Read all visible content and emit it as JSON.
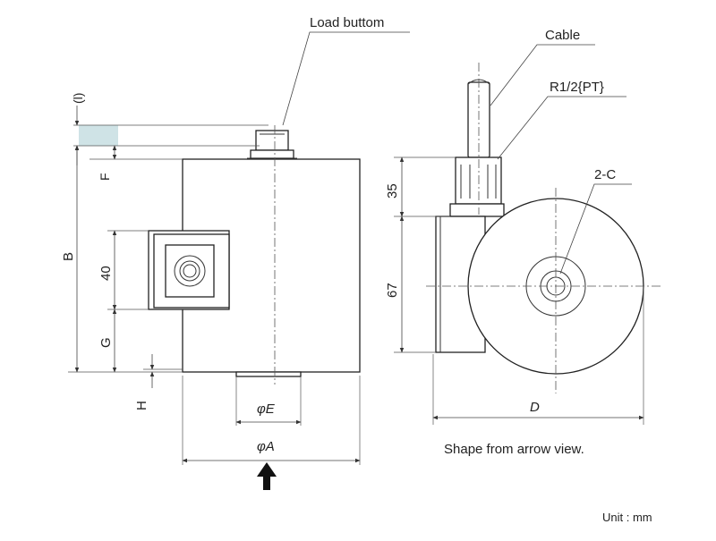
{
  "labels": {
    "load_button": "Load buttom",
    "cable": "Cable",
    "thread": "R1/2{PT}",
    "hole": "2-C",
    "shape_note": "Shape from arrow view.",
    "unit": "Unit : mm"
  },
  "dimensions": {
    "l": "(l)",
    "f": "F",
    "b": "B",
    "forty": "40",
    "g": "G",
    "h": "H",
    "phi_e": "φE",
    "phi_a": "φA",
    "thirty_five": "35",
    "sixty_seven": "67",
    "d": "D"
  },
  "colors": {
    "shading": "#cfe3e6",
    "line": "#222222"
  }
}
